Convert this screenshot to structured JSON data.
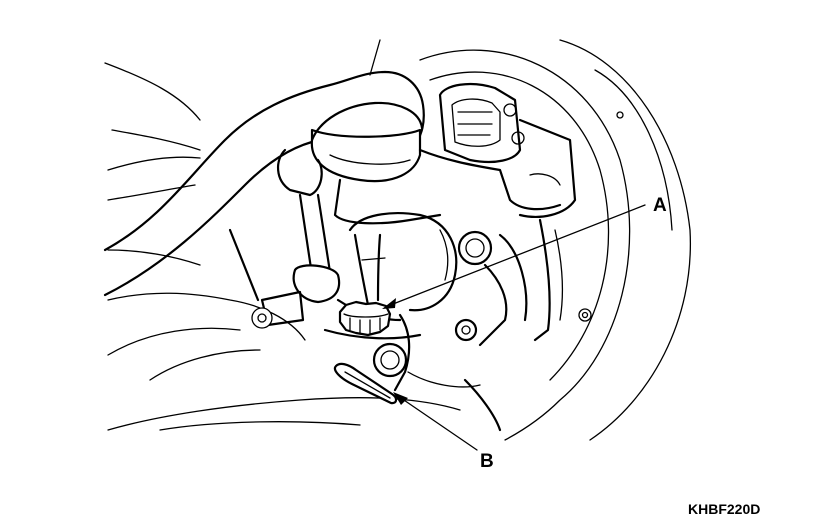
{
  "callouts": {
    "a": "A",
    "b": "B"
  },
  "figure_code": "KHBF220D",
  "colors": {
    "line": "#000000",
    "background": "#ffffff"
  }
}
